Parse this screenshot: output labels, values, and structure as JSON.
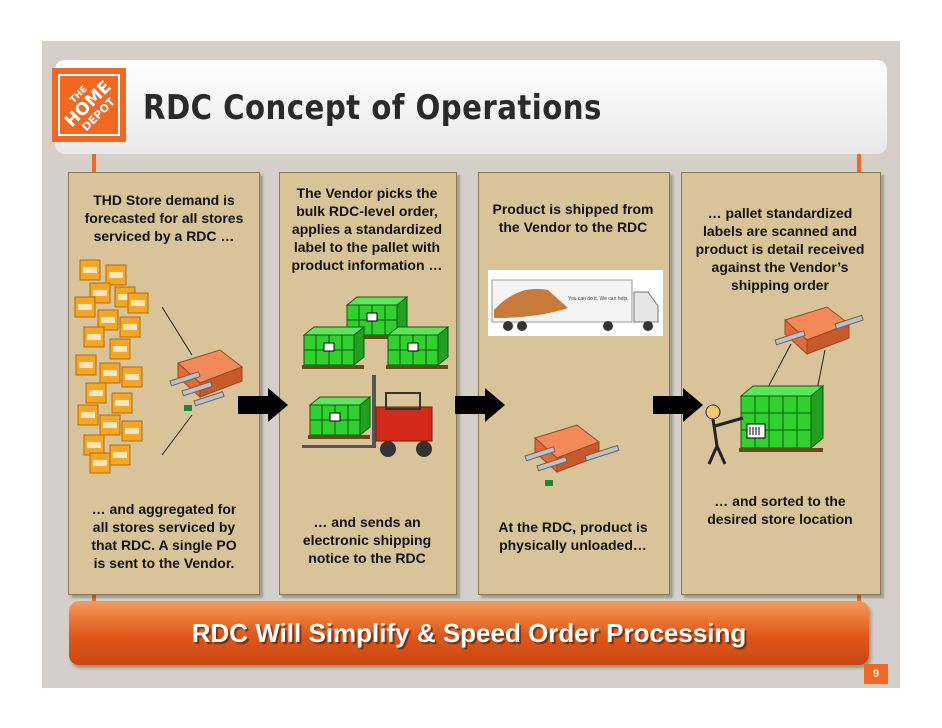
{
  "title": "RDC Concept of Operations",
  "logo": {
    "line1": "THE",
    "line2": "HOME",
    "line3": "DEPOT",
    "color": "#f26722"
  },
  "panels": [
    {
      "top_text": [
        "THD Store demand is",
        "forecasted for all stores",
        "serviced by a RDC …"
      ],
      "bottom_text": [
        "… and aggregated for",
        "all stores serviced by",
        "that RDC.  A single PO",
        "is sent to the Vendor."
      ]
    },
    {
      "top_text": [
        "The Vendor picks the",
        "bulk RDC-level order,",
        "applies a standardized",
        "label to the pallet with",
        "product information …"
      ],
      "bottom_text": [
        "… and sends an",
        "electronic shipping",
        "notice to the RDC"
      ]
    },
    {
      "top_text": [
        "Product is shipped from",
        "the Vendor to the RDC"
      ],
      "bottom_text": [
        "At the RDC, product is",
        "physically unloaded…"
      ]
    },
    {
      "top_text": [
        "… pallet standardized",
        "labels are scanned and",
        "product is detail received",
        "against the Vendor’s",
        "shipping order"
      ],
      "bottom_text": [
        "… and sorted to the",
        "desired store location"
      ]
    }
  ],
  "truck_slogan": "You can do it. We can help.",
  "banner": "RDC Will Simplify & Speed Order Processing",
  "page_number": "9",
  "colors": {
    "accent": "#f26722",
    "panel": "#d9c49a",
    "pallet": "#2fd12f"
  }
}
